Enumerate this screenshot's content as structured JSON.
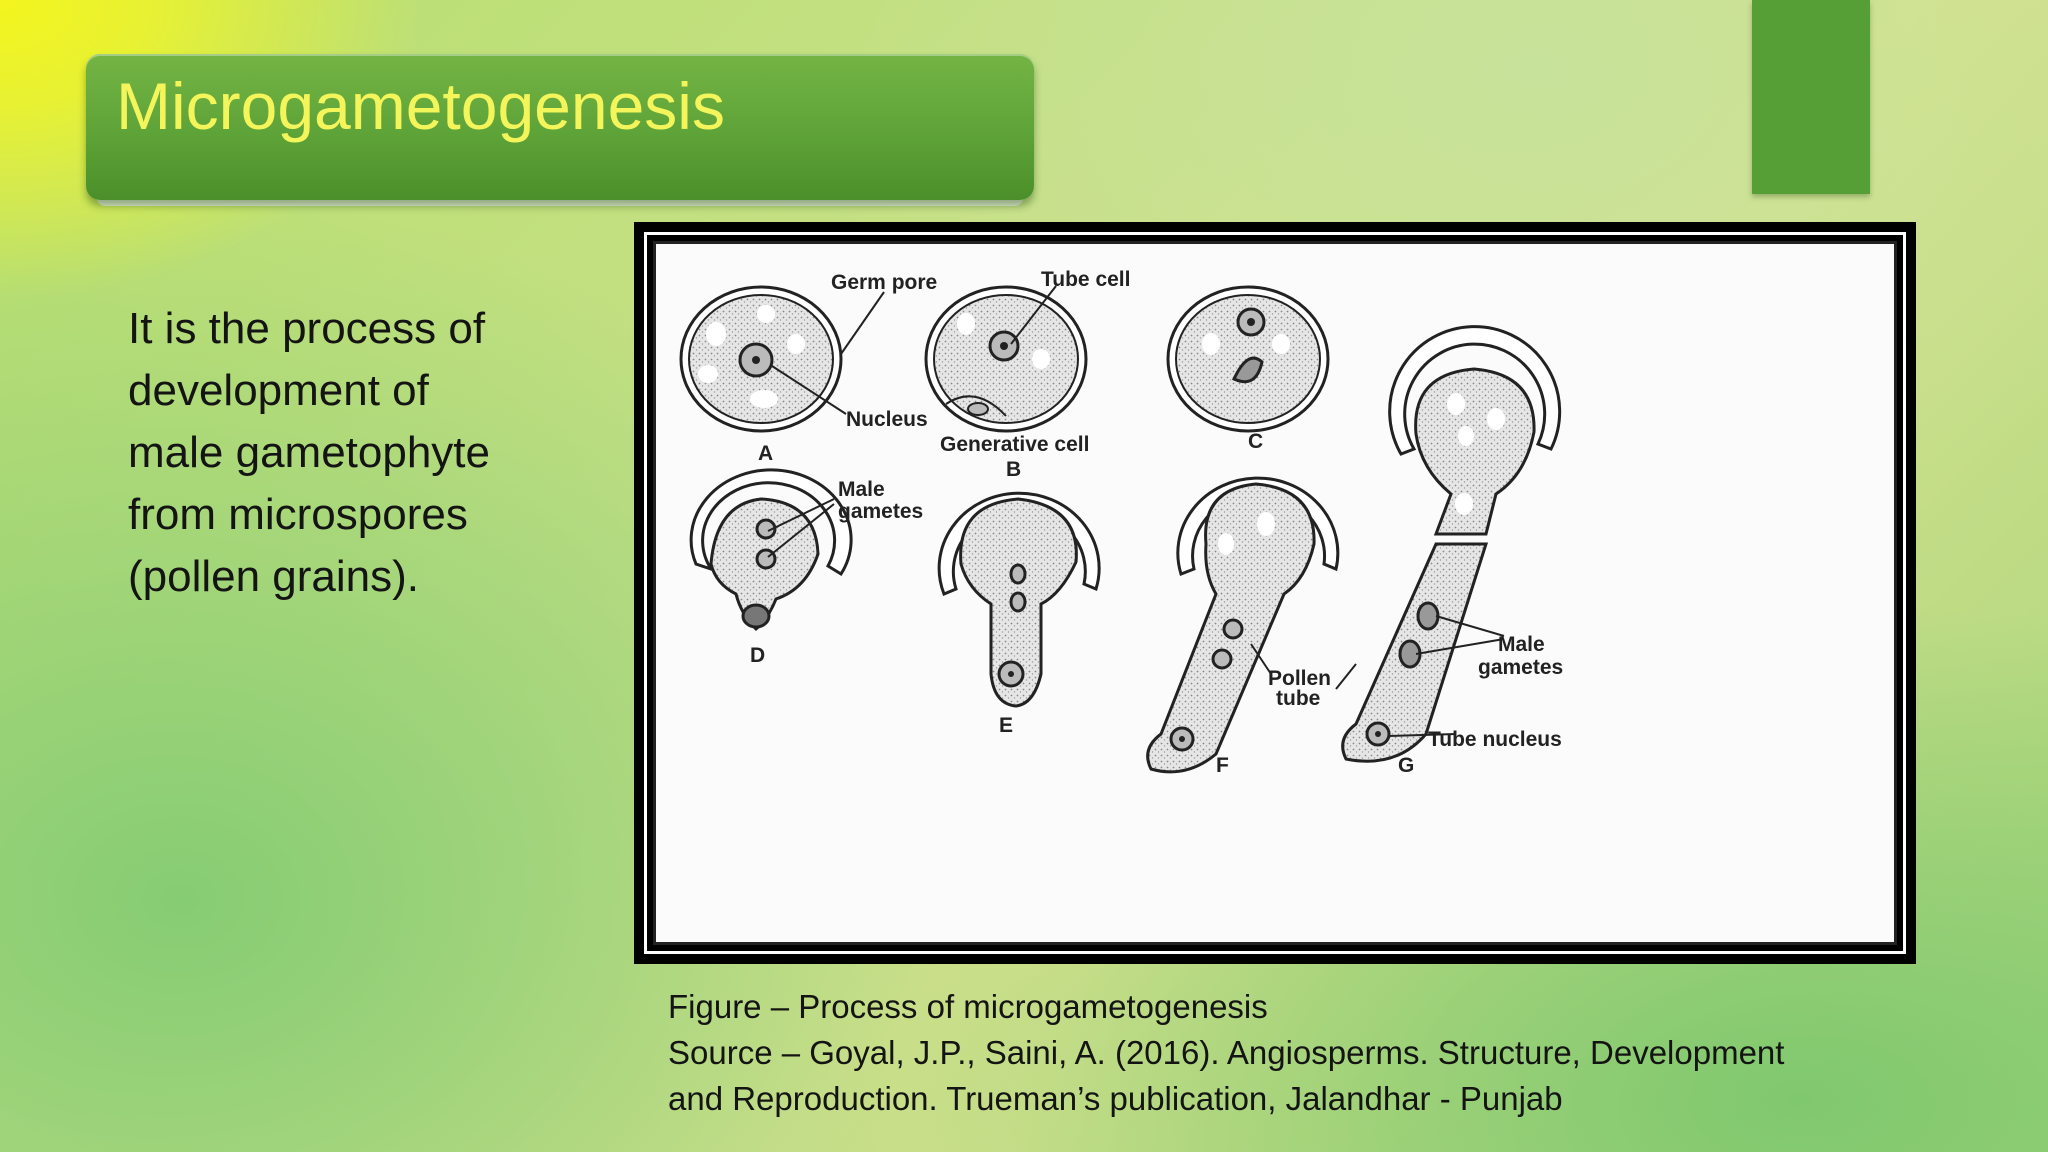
{
  "slide": {
    "title": "Microgametogenesis",
    "body_lines": [
      "It is the process of",
      "development of",
      "male gametophyte",
      "from microspores",
      "(pollen grains)."
    ],
    "caption_lines": [
      "Figure – Process of microgametogenesis",
      "Source – Goyal, J.P., Saini, A. (2016). Angiosperms. Structure, Development",
      "and Reproduction. Trueman’s publication, Jalandhar - Punjab"
    ]
  },
  "figure": {
    "labels": {
      "germ_pore": "Germ pore",
      "tube_cell": "Tube cell",
      "nucleus": "Nucleus",
      "generative_cell": "Generative cell",
      "male_gametes_top_1": "Male",
      "male_gametes_top_2": "gametes",
      "pollen_tube_1": "Pollen",
      "pollen_tube_2": "tube",
      "male_gametes_right_1": "Male",
      "male_gametes_right_2": "gametes",
      "tube_nucleus": "Tube nucleus"
    },
    "stage_letters": [
      "A",
      "B",
      "C",
      "D",
      "E",
      "F",
      "G"
    ]
  }
}
